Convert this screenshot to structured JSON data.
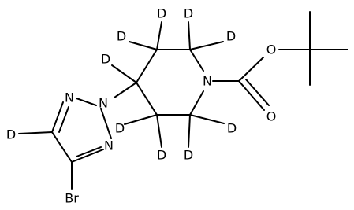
{
  "molecule": {
    "atoms": [
      {
        "id": "D_top1",
        "label": "D"
      },
      {
        "id": "D_top2",
        "label": "D"
      },
      {
        "id": "D_left1",
        "label": "D"
      },
      {
        "id": "D_right1",
        "label": "D"
      },
      {
        "id": "D_c4",
        "label": "D"
      },
      {
        "id": "N_pip",
        "label": "N"
      },
      {
        "id": "O_ester",
        "label": "O"
      },
      {
        "id": "O_carbonyl",
        "label": "O"
      },
      {
        "id": "N_tri1",
        "label": "N"
      },
      {
        "id": "N_tri2",
        "label": "N"
      },
      {
        "id": "N_tri3",
        "label": "N"
      },
      {
        "id": "D_c3",
        "label": "D"
      },
      {
        "id": "D_c5r",
        "label": "D"
      },
      {
        "id": "D_c3b",
        "label": "D"
      },
      {
        "id": "D_c5b",
        "label": "D"
      },
      {
        "id": "D_triazole",
        "label": "D"
      },
      {
        "id": "Br",
        "label": "Br"
      }
    ]
  }
}
